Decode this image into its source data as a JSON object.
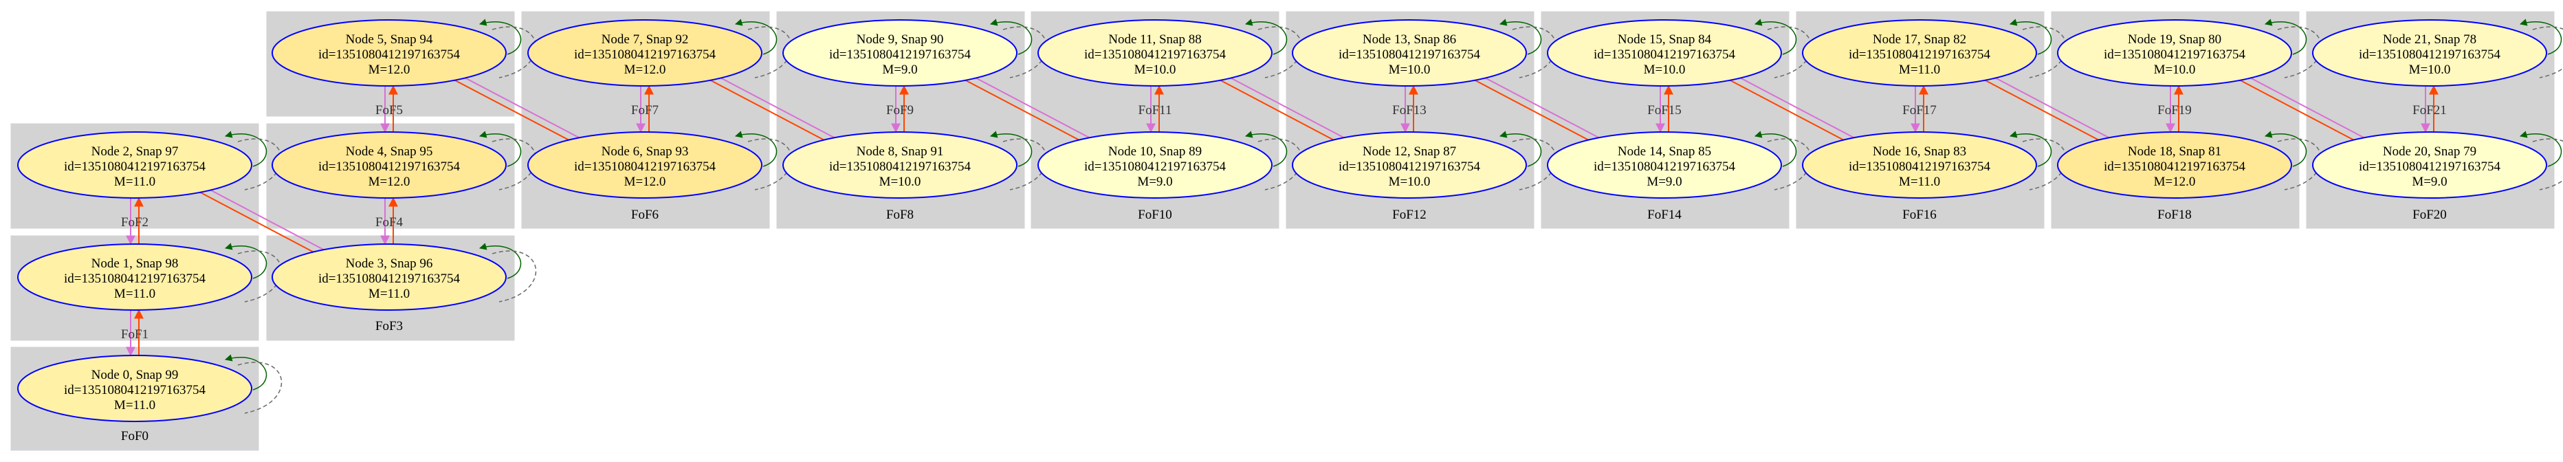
{
  "graph": {
    "clusters": [
      {
        "id": "FoF0",
        "label": "FoF0"
      },
      {
        "id": "FoF1",
        "label": ""
      },
      {
        "id": "FoF2",
        "label": ""
      },
      {
        "id": "FoF3",
        "label": "FoF3"
      },
      {
        "id": "FoF4",
        "label": ""
      },
      {
        "id": "FoF5",
        "label": ""
      },
      {
        "id": "FoF6",
        "label": "FoF6"
      },
      {
        "id": "FoF7",
        "label": ""
      },
      {
        "id": "FoF8",
        "label": "FoF8"
      },
      {
        "id": "FoF9",
        "label": ""
      },
      {
        "id": "FoF10",
        "label": "FoF10"
      },
      {
        "id": "FoF11",
        "label": ""
      },
      {
        "id": "FoF12",
        "label": "FoF12"
      },
      {
        "id": "FoF13",
        "label": ""
      },
      {
        "id": "FoF14",
        "label": "FoF14"
      },
      {
        "id": "FoF15",
        "label": ""
      },
      {
        "id": "FoF16",
        "label": "FoF16"
      },
      {
        "id": "FoF17",
        "label": ""
      },
      {
        "id": "FoF18",
        "label": "FoF18"
      },
      {
        "id": "FoF19",
        "label": ""
      },
      {
        "id": "FoF20",
        "label": "FoF20"
      },
      {
        "id": "FoF21",
        "label": ""
      }
    ],
    "nodes": [
      {
        "id": "n0",
        "cluster": "FoF0",
        "title": "Node 0, Snap 99",
        "id_line": "id=1351080412197163754",
        "mass": "M=11.0",
        "fill": "#fff1a6"
      },
      {
        "id": "n1",
        "cluster": "FoF1",
        "title": "Node 1, Snap 98",
        "id_line": "id=1351080412197163754",
        "mass": "M=11.0",
        "fill": "#fff1a6"
      },
      {
        "id": "n2",
        "cluster": "FoF2",
        "title": "Node 2, Snap 97",
        "id_line": "id=1351080412197163754",
        "mass": "M=11.0",
        "fill": "#fff1a6"
      },
      {
        "id": "n3",
        "cluster": "FoF3",
        "title": "Node 3, Snap 96",
        "id_line": "id=1351080412197163754",
        "mass": "M=11.0",
        "fill": "#fff1a6"
      },
      {
        "id": "n4",
        "cluster": "FoF4",
        "title": "Node 4, Snap 95",
        "id_line": "id=1351080412197163754",
        "mass": "M=12.0",
        "fill": "#ffe896"
      },
      {
        "id": "n5",
        "cluster": "FoF5",
        "title": "Node 5, Snap 94",
        "id_line": "id=1351080412197163754",
        "mass": "M=12.0",
        "fill": "#ffe896"
      },
      {
        "id": "n6",
        "cluster": "FoF6",
        "title": "Node 6, Snap 93",
        "id_line": "id=1351080412197163754",
        "mass": "M=12.0",
        "fill": "#ffe896"
      },
      {
        "id": "n7",
        "cluster": "FoF7",
        "title": "Node 7, Snap 92",
        "id_line": "id=1351080412197163754",
        "mass": "M=12.0",
        "fill": "#ffe896"
      },
      {
        "id": "n8",
        "cluster": "FoF8",
        "title": "Node 8, Snap 91",
        "id_line": "id=1351080412197163754",
        "mass": "M=10.0",
        "fill": "#fff8bf"
      },
      {
        "id": "n9",
        "cluster": "FoF9",
        "title": "Node 9, Snap 90",
        "id_line": "id=1351080412197163754",
        "mass": "M=9.0",
        "fill": "#ffffcc"
      },
      {
        "id": "n10",
        "cluster": "FoF10",
        "title": "Node 10, Snap 89",
        "id_line": "id=1351080412197163754",
        "mass": "M=9.0",
        "fill": "#ffffcc"
      },
      {
        "id": "n11",
        "cluster": "FoF11",
        "title": "Node 11, Snap 88",
        "id_line": "id=1351080412197163754",
        "mass": "M=10.0",
        "fill": "#fff8bf"
      },
      {
        "id": "n12",
        "cluster": "FoF12",
        "title": "Node 12, Snap 87",
        "id_line": "id=1351080412197163754",
        "mass": "M=10.0",
        "fill": "#fff8bf"
      },
      {
        "id": "n13",
        "cluster": "FoF13",
        "title": "Node 13, Snap 86",
        "id_line": "id=1351080412197163754",
        "mass": "M=10.0",
        "fill": "#fff8bf"
      },
      {
        "id": "n14",
        "cluster": "FoF14",
        "title": "Node 14, Snap 85",
        "id_line": "id=1351080412197163754",
        "mass": "M=9.0",
        "fill": "#ffffcc"
      },
      {
        "id": "n15",
        "cluster": "FoF15",
        "title": "Node 15, Snap 84",
        "id_line": "id=1351080412197163754",
        "mass": "M=10.0",
        "fill": "#fff8bf"
      },
      {
        "id": "n16",
        "cluster": "FoF16",
        "title": "Node 16, Snap 83",
        "id_line": "id=1351080412197163754",
        "mass": "M=11.0",
        "fill": "#fff1a6"
      },
      {
        "id": "n17",
        "cluster": "FoF17",
        "title": "Node 17, Snap 82",
        "id_line": "id=1351080412197163754",
        "mass": "M=11.0",
        "fill": "#fff1a6"
      },
      {
        "id": "n18",
        "cluster": "FoF18",
        "title": "Node 18, Snap 81",
        "id_line": "id=1351080412197163754",
        "mass": "M=12.0",
        "fill": "#ffe896"
      },
      {
        "id": "n19",
        "cluster": "FoF19",
        "title": "Node 19, Snap 80",
        "id_line": "id=1351080412197163754",
        "mass": "M=10.0",
        "fill": "#fff8bf"
      },
      {
        "id": "n20",
        "cluster": "FoF20",
        "title": "Node 20, Snap 79",
        "id_line": "id=1351080412197163754",
        "mass": "M=9.0",
        "fill": "#ffffcc"
      },
      {
        "id": "n21",
        "cluster": "FoF21",
        "title": "Node 21, Snap 78",
        "id_line": "id=1351080412197163754",
        "mass": "M=10.0",
        "fill": "#fff8bf"
      }
    ],
    "edge_labels": [
      {
        "id": "l1",
        "text": "FoF1"
      },
      {
        "id": "l2",
        "text": "FoF2"
      },
      {
        "id": "l4",
        "text": "FoF4"
      },
      {
        "id": "l5",
        "text": "FoF5"
      },
      {
        "id": "l7",
        "text": "FoF7"
      },
      {
        "id": "l9",
        "text": "FoF9"
      },
      {
        "id": "l11",
        "text": "FoF11"
      },
      {
        "id": "l13",
        "text": "FoF13"
      },
      {
        "id": "l15",
        "text": "FoF15"
      },
      {
        "id": "l17",
        "text": "FoF17"
      },
      {
        "id": "l19",
        "text": "FoF19"
      },
      {
        "id": "l21",
        "text": "FoF21"
      }
    ],
    "edges": [
      {
        "from": "n0",
        "to": "n1"
      },
      {
        "from": "n1",
        "to": "n2"
      },
      {
        "from": "n2",
        "to": "n3"
      },
      {
        "from": "n3",
        "to": "n4"
      },
      {
        "from": "n4",
        "to": "n5"
      },
      {
        "from": "n5",
        "to": "n6"
      },
      {
        "from": "n6",
        "to": "n7"
      },
      {
        "from": "n7",
        "to": "n8"
      },
      {
        "from": "n8",
        "to": "n9"
      },
      {
        "from": "n9",
        "to": "n10"
      },
      {
        "from": "n10",
        "to": "n11"
      },
      {
        "from": "n11",
        "to": "n12"
      },
      {
        "from": "n12",
        "to": "n13"
      },
      {
        "from": "n13",
        "to": "n14"
      },
      {
        "from": "n14",
        "to": "n15"
      },
      {
        "from": "n15",
        "to": "n16"
      },
      {
        "from": "n16",
        "to": "n17"
      },
      {
        "from": "n17",
        "to": "n18"
      },
      {
        "from": "n18",
        "to": "n19"
      },
      {
        "from": "n19",
        "to": "n20"
      },
      {
        "from": "n20",
        "to": "n21"
      }
    ],
    "colors": {
      "cluster_bg": "#d3d3d3",
      "node_stroke": "#0000ff",
      "edge_forward": "#ff4500",
      "edge_backward": "#da70d6",
      "self_loop_green": "#006400",
      "self_loop_dashed": "#696969"
    }
  }
}
